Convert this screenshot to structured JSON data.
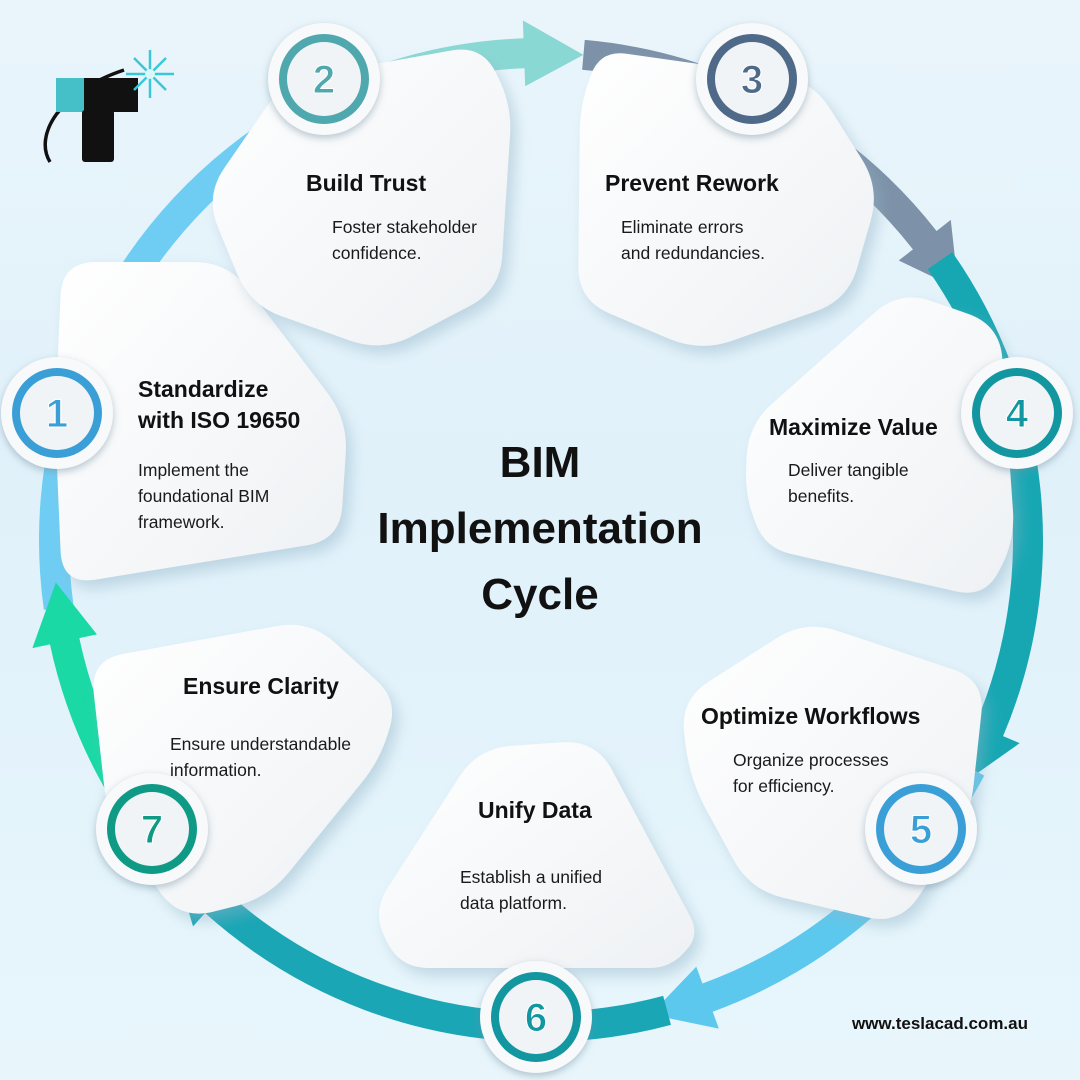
{
  "title_lines": [
    "BIM",
    "Implementation",
    "Cycle"
  ],
  "website": "www.teslacad.com.au",
  "steps": [
    {
      "number": "1",
      "title_lines": [
        "Standardize",
        "with ISO 19650"
      ],
      "desc_lines": [
        "Implement the",
        "foundational BIM",
        "framework."
      ],
      "color": "#3a9fd6"
    },
    {
      "number": "2",
      "title_lines": [
        "Build Trust"
      ],
      "desc_lines": [
        "Foster stakeholder",
        "confidence."
      ],
      "color": "#4fa8ad"
    },
    {
      "number": "3",
      "title_lines": [
        "Prevent Rework"
      ],
      "desc_lines": [
        "Eliminate errors",
        "and redundancies."
      ],
      "color": "#4f6a88"
    },
    {
      "number": "4",
      "title_lines": [
        "Maximize Value"
      ],
      "desc_lines": [
        "Deliver tangible",
        "benefits."
      ],
      "color": "#12969f"
    },
    {
      "number": "5",
      "title_lines": [
        "Optimize Workflows"
      ],
      "desc_lines": [
        "Organize processes",
        "for efficiency."
      ],
      "color": "#3a9fd6"
    },
    {
      "number": "6",
      "title_lines": [
        "Unify Data"
      ],
      "desc_lines": [
        "Establish a unified",
        "data platform."
      ],
      "color": "#12969f"
    },
    {
      "number": "7",
      "title_lines": [
        "Ensure Clarity"
      ],
      "desc_lines": [
        "Ensure understandable",
        "information."
      ],
      "color": "#0f9a86"
    }
  ],
  "ring_colors": [
    "#6fcdf3",
    "#8ad8d4",
    "#7d92a8",
    "#17a7b3",
    "#5cc8ee",
    "#1aa6b5",
    "#1ad9a5"
  ]
}
